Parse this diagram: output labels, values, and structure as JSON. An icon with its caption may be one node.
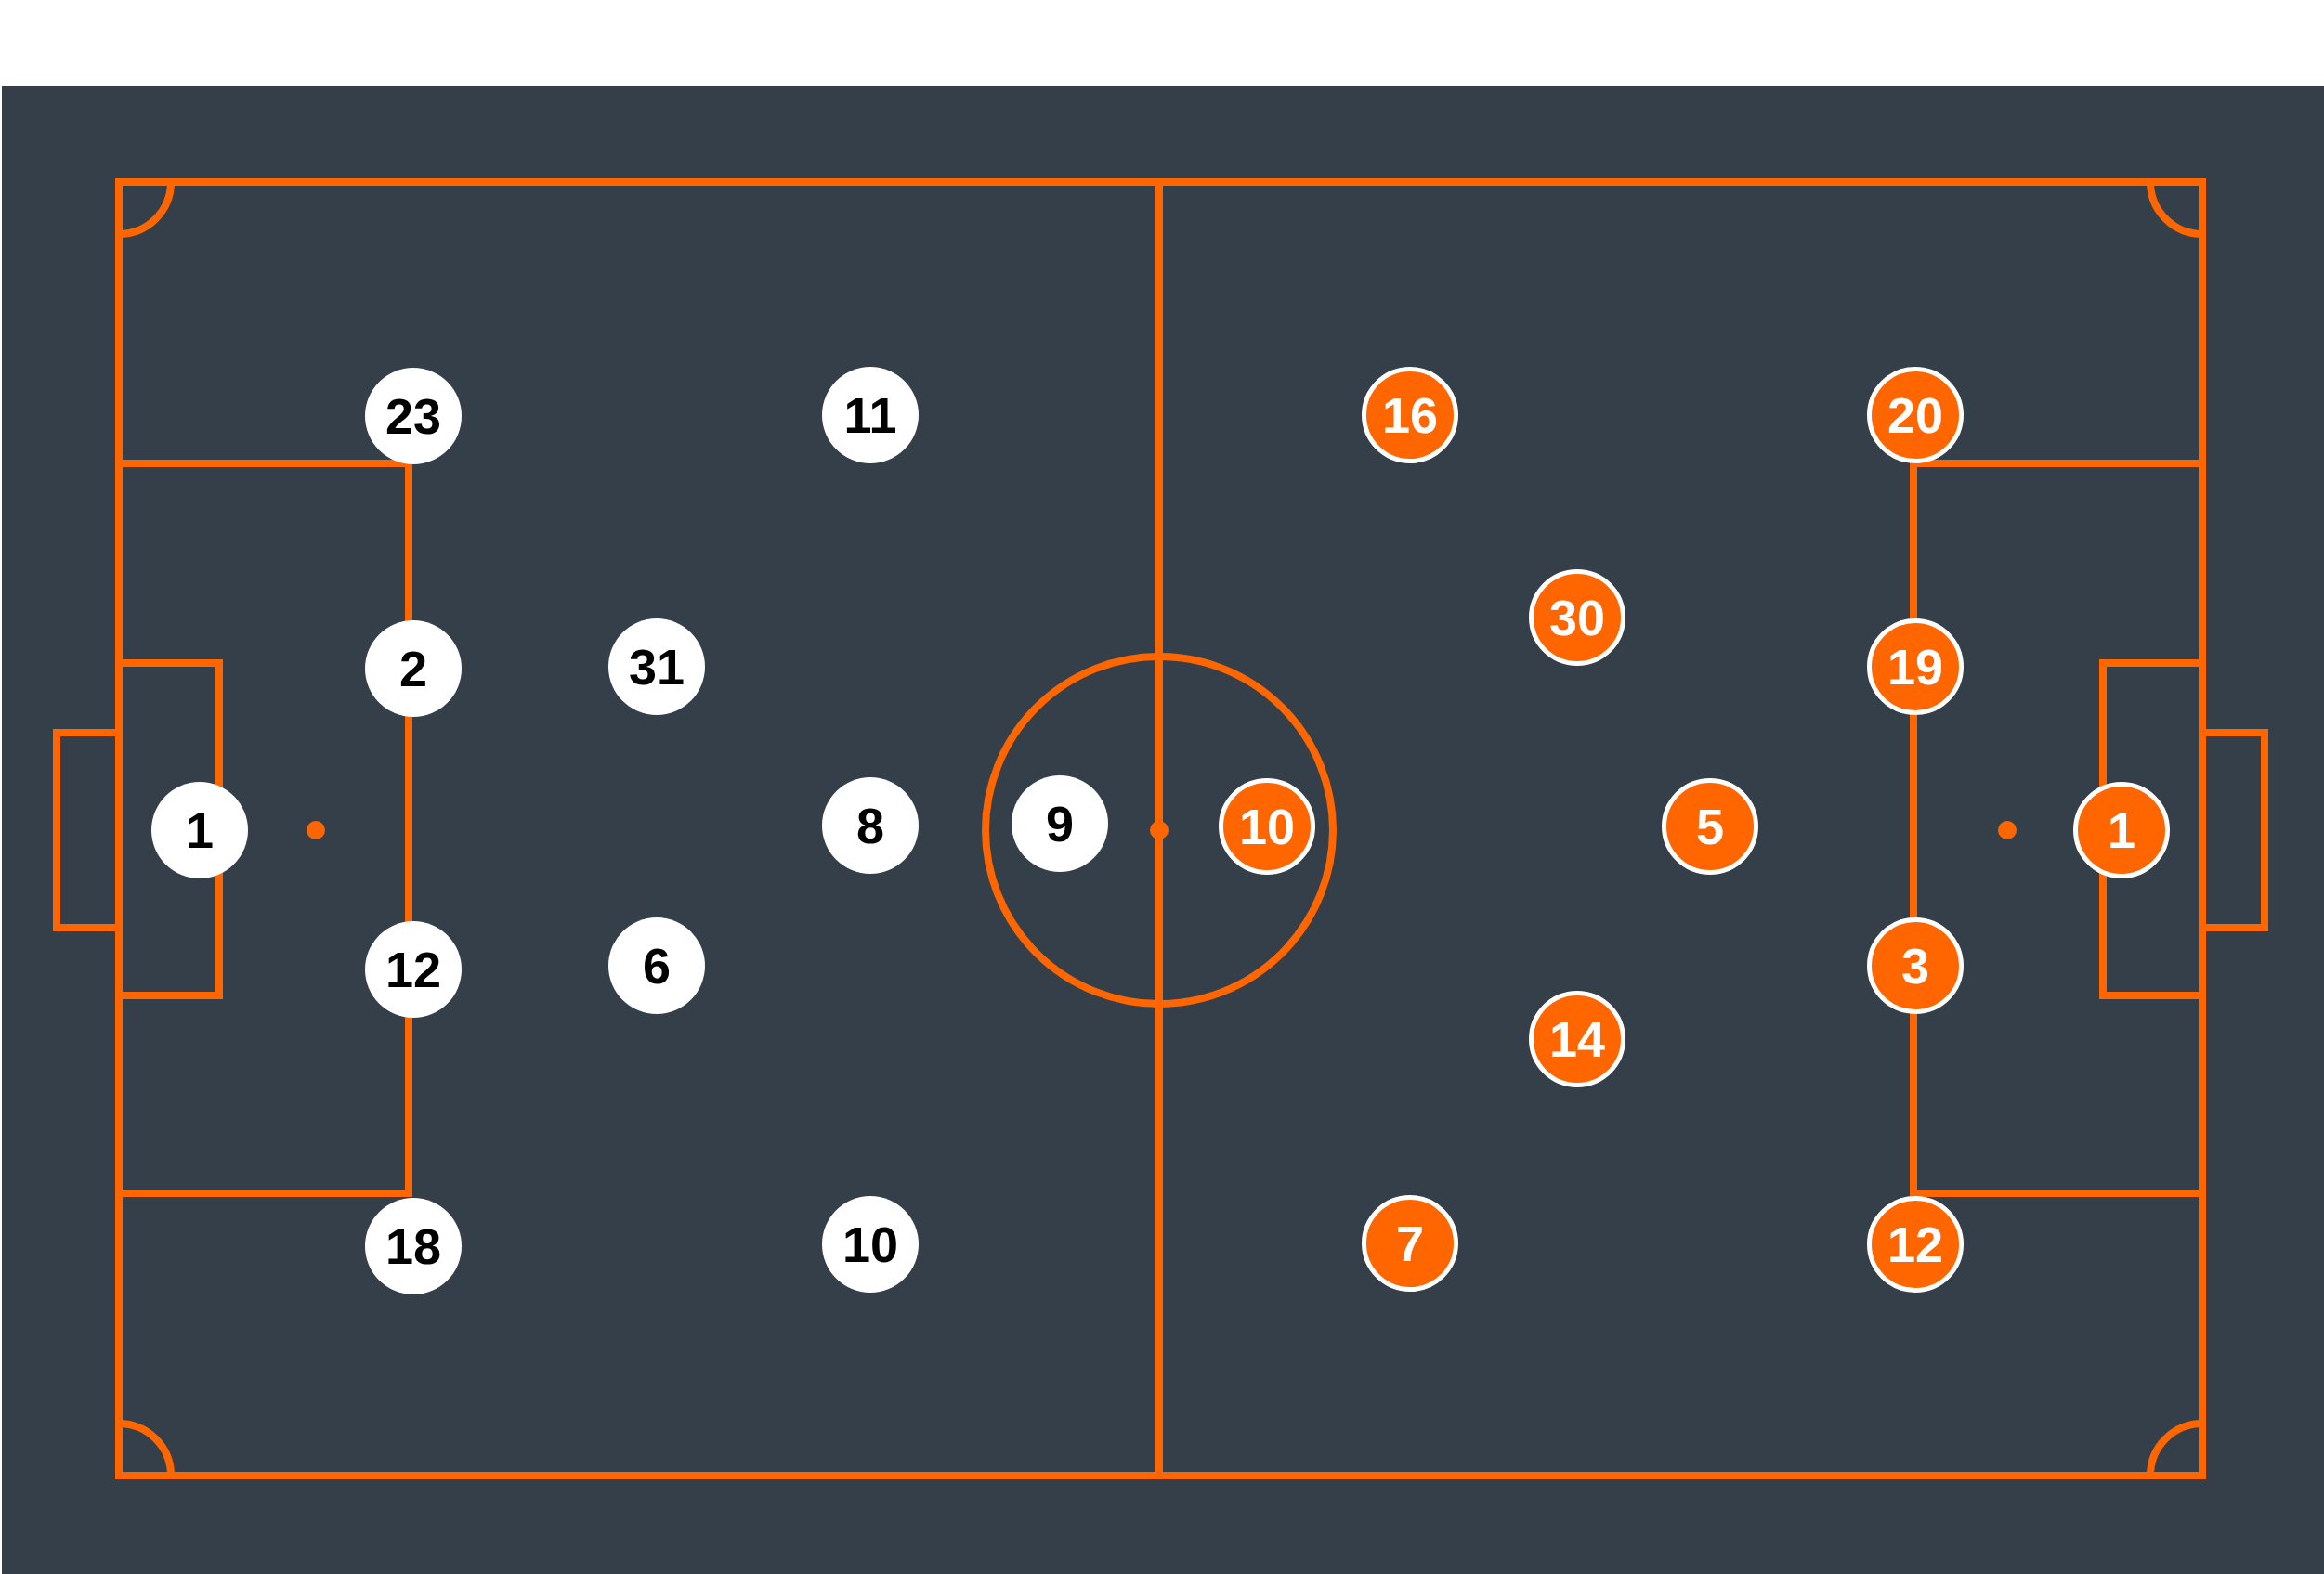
{
  "diagram": {
    "nodes": [
      {
        "text": [
          "1"
        ]
      },
      {
        "text": [
          "23"
        ]
      },
      {
        "text": [
          "2"
        ]
      },
      {
        "text": [
          "12"
        ]
      },
      {
        "text": [
          "18"
        ]
      },
      {
        "text": [
          "31"
        ]
      },
      {
        "text": [
          "6"
        ]
      },
      {
        "text": [
          "11"
        ]
      },
      {
        "text": [
          "8"
        ]
      },
      {
        "text": [
          "10"
        ]
      },
      {
        "text": [
          "9"
        ]
      },
      {
        "text": [
          "10"
        ]
      },
      {
        "text": [
          "16"
        ]
      },
      {
        "text": [
          "7"
        ]
      },
      {
        "text": [
          "30"
        ]
      },
      {
        "text": [
          "14"
        ]
      },
      {
        "text": [
          "5"
        ]
      },
      {
        "text": [
          "20"
        ]
      },
      {
        "text": [
          "19"
        ]
      },
      {
        "text": [
          "3"
        ]
      },
      {
        "text": [
          "12"
        ]
      },
      {
        "text": [
          "1"
        ]
      }
    ]
  }
}
